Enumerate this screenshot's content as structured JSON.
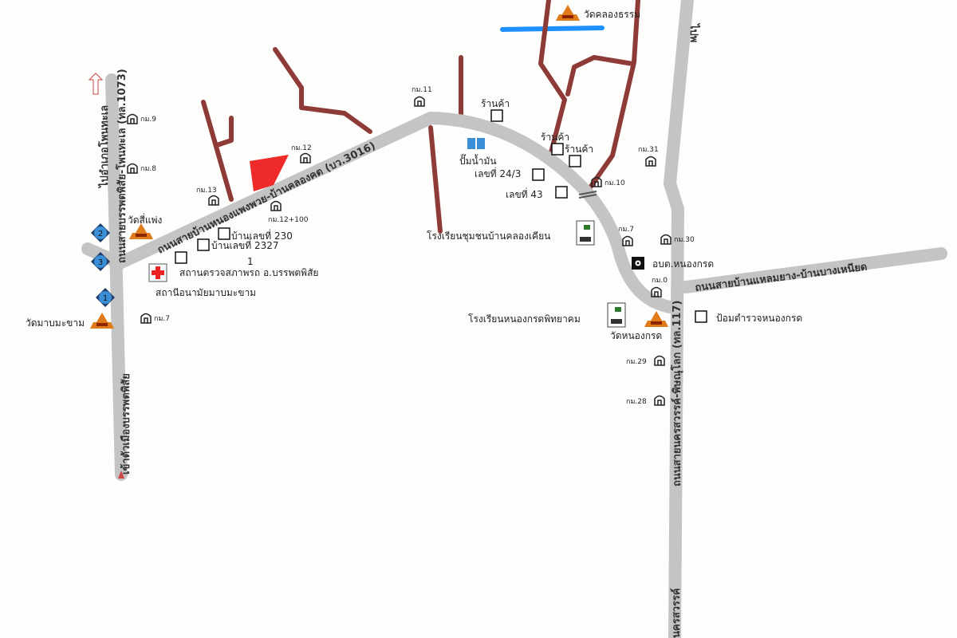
{
  "roads": {
    "left_vertical": "ถนนสายบรรพตพิสัย-โพนทะเล (ทล.1073)",
    "left_to_north": "ไปอำเภอโพนทะเล",
    "left_to_south": "เข้าตัวเมืองบรรพตพิสัย",
    "main_diagonal": "ถนนสายบ้านหนองแพงพวย-บ้านคลองคต (บว.3016)",
    "right_vertical": "ถนนสายนครสวรรค์-พิษณุโลก (ทล.117)",
    "right_bottom": "นครสวรรค์",
    "right_top": "ไปพ",
    "east": "ถนนสายบ้านแหลมยาง-บ้านบางเหนียด"
  },
  "km_markers": [
    "กม.9",
    "กม.8",
    "กม.7",
    "กม.13",
    "กม.12",
    "กม.12+100",
    "กม.11",
    "กม.10",
    "กม.31",
    "กม.7",
    "กม.30",
    "กม.0",
    "กม.29",
    "กม.28"
  ],
  "places": {
    "wat_khlong_tham": "วัดคลองธรรม",
    "wat_si_phaeng": "วัดสี่แพ่ง",
    "wat_map_makham": "วัดมาบมะขาม",
    "wat_nong_krot": "วัดหนองกรด",
    "house_230": "บ้านเลขที่ 230",
    "house_2327": "บ้านเลขที่ 2327",
    "num_1": "1",
    "vehicle_inspection": "สถานตรวจสภาพรถ อ.บรรพตพิสัย",
    "health_station": "สถานีอนามัยมาบมะขาม",
    "shop1": "ร้านค้า",
    "shop2": "ร้านค้า",
    "shop3": "ร้านค้า",
    "gas_station": "ปั๊มน้ำมัน",
    "house_24_3": "เลขที่ 24/3",
    "house_43": "เลขที่ 43",
    "school_khlong_tian": "โรงเรียนชุมชนบ้านคลองเคียน",
    "obt_nong_krot": "อบต.หนองกรด",
    "school_nong_krot": "โรงเรียนหนองกรดพิทยาคม",
    "police_box": "ป้อมตำรวจหนองกรด"
  },
  "markers": [
    "1",
    "2",
    "3"
  ],
  "colors": {
    "road": "#c4c4c4",
    "local_road": "#8e3b38",
    "river": "#1e90ff",
    "plot": "#ee2a2a",
    "temple": "#e07b1a",
    "marker": "#3a8fd6"
  }
}
